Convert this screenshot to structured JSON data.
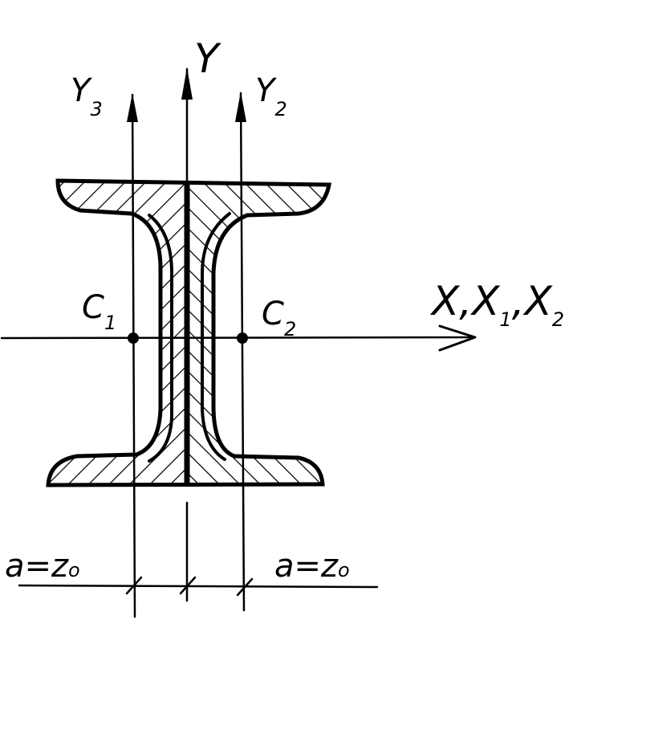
{
  "axes": {
    "y": {
      "label": "Y"
    },
    "y3": {
      "label": "Y",
      "sub": "3"
    },
    "y2": {
      "label": "Y",
      "sub": "2"
    },
    "x": {
      "label": "X,X",
      "sub1": "1",
      "sep": ",X",
      "sub2": "2"
    }
  },
  "points": {
    "c1": {
      "label": "C",
      "sub": "1"
    },
    "c2": {
      "label": "C",
      "sub": "2"
    }
  },
  "dimensions": {
    "left": {
      "label": "a=z",
      "sub": "o"
    },
    "right": {
      "label": "a=z",
      "sub": "o"
    }
  },
  "colors": {
    "ink": "#000000",
    "background": "#ffffff"
  }
}
